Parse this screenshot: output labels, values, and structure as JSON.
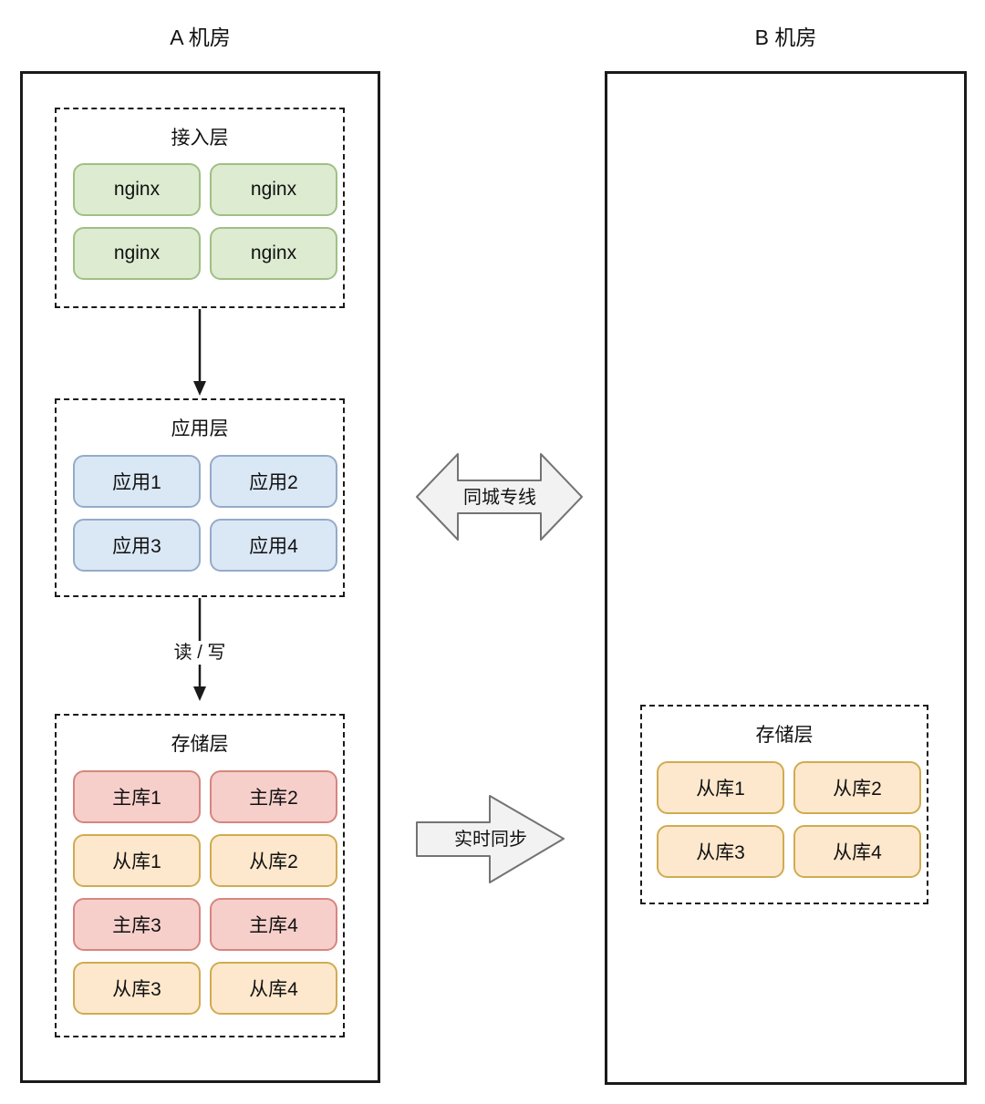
{
  "datacenter_a": {
    "title": "A 机房",
    "access_layer": {
      "title": "接入层",
      "nodes": [
        "nginx",
        "nginx",
        "nginx",
        "nginx"
      ]
    },
    "app_layer": {
      "title": "应用层",
      "nodes": [
        "应用1",
        "应用2",
        "应用3",
        "应用4"
      ]
    },
    "storage_layer": {
      "title": "存储层",
      "nodes": [
        {
          "label": "主库1",
          "role": "master"
        },
        {
          "label": "主库2",
          "role": "master"
        },
        {
          "label": "从库1",
          "role": "slave"
        },
        {
          "label": "从库2",
          "role": "slave"
        },
        {
          "label": "主库3",
          "role": "master"
        },
        {
          "label": "主库4",
          "role": "master"
        },
        {
          "label": "从库3",
          "role": "slave"
        },
        {
          "label": "从库4",
          "role": "slave"
        }
      ]
    }
  },
  "datacenter_b": {
    "title": "B 机房",
    "storage_layer": {
      "title": "存储层",
      "nodes": [
        {
          "label": "从库1",
          "role": "slave"
        },
        {
          "label": "从库2",
          "role": "slave"
        },
        {
          "label": "从库3",
          "role": "slave"
        },
        {
          "label": "从库4",
          "role": "slave"
        }
      ]
    }
  },
  "connections": {
    "read_write_label": "读 / 写",
    "same_city_line_label": "同城专线",
    "realtime_sync_label": "实时同步"
  },
  "colors": {
    "nginx_fill": "#ddebd1",
    "nginx_border": "#a0bf86",
    "app_fill": "#dae7f5",
    "app_border": "#94abc9",
    "master_fill": "#f6cfcb",
    "master_border": "#d5867f",
    "slave_fill": "#fde8cd",
    "slave_border": "#d0ab51",
    "arrow_fill": "#f2f2f2",
    "arrow_border": "#737373",
    "line_color": "#1a1a1a"
  }
}
